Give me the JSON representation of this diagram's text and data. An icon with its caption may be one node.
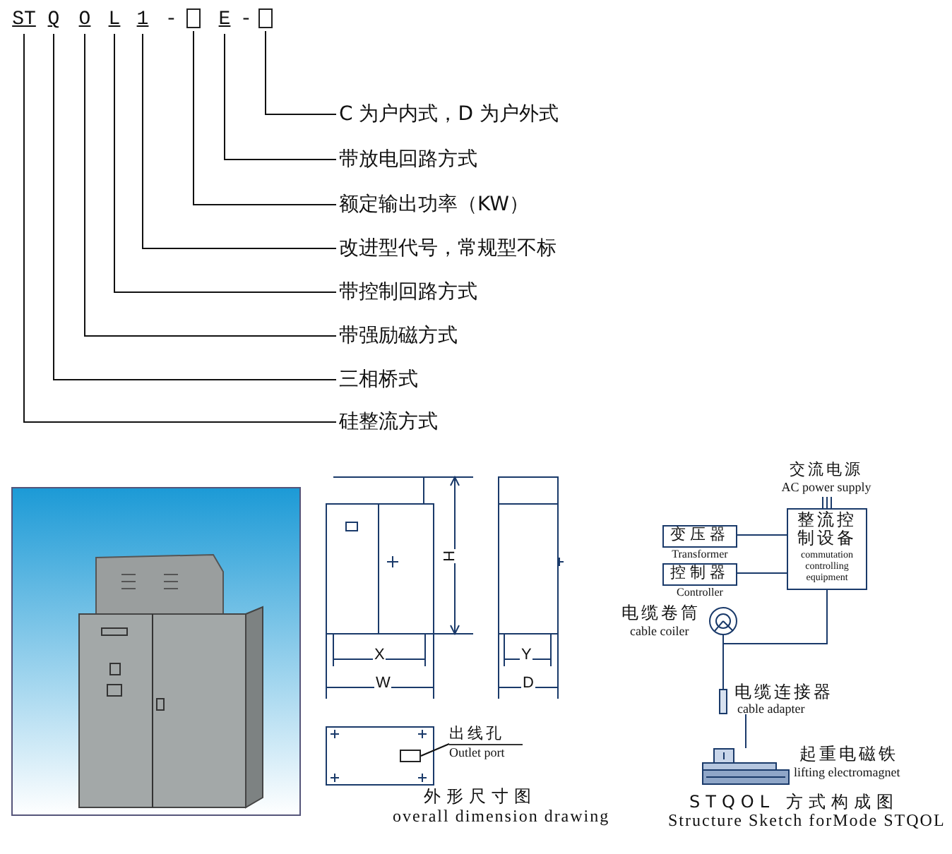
{
  "diagram": {
    "nodes": [
      {
        "text": [
          "ST"
        ]
      },
      {
        "text": [
          "Q"
        ]
      },
      {
        "text": [
          "O"
        ]
      },
      {
        "text": [
          "L"
        ]
      },
      {
        "text": [
          "1"
        ]
      },
      {
        "text": [],
        "shape": "box"
      },
      {
        "text": [
          "E"
        ]
      },
      {
        "text": [],
        "shape": "box"
      },
      {
        "text": [
          "C 为户内式，D 为户外式"
        ]
      },
      {
        "text": [
          "带放电回路方式"
        ]
      },
      {
        "text": [
          "额定输出功率（KW）"
        ]
      },
      {
        "text": [
          "改进型代号，常规型不标"
        ]
      },
      {
        "text": [
          "带控制回路方式"
        ]
      },
      {
        "text": [
          "带强励磁方式"
        ]
      },
      {
        "text": [
          "三相桥式"
        ]
      },
      {
        "text": [
          "硅整流方式"
        ]
      },
      {
        "text": [],
        "shape": "picture"
      },
      {
        "text": [
          "出线孔",
          "Outlet port"
        ]
      },
      {
        "text": [],
        "shape": "box"
      },
      {
        "text": [
          "交流电源",
          "AC power supply"
        ]
      },
      {
        "text": [
          "变压器",
          "Transformer"
        ]
      },
      {
        "text": [
          "控制器",
          "Controller"
        ]
      },
      {
        "text": [
          "整流控制设备",
          "commutation controlling equipment"
        ]
      },
      {
        "text": [],
        "shape": "circle",
        "beside": [
          "电缆卷筒",
          "cable coiler"
        ]
      },
      {
        "text": [],
        "shape": "bar",
        "beside": [
          "电缆连接器",
          "cable adapter"
        ]
      },
      {
        "text": [],
        "shape": "picture",
        "beside": [
          "起重电磁铁",
          "lifting electromagnet"
        ]
      }
    ],
    "edges": [
      {
        "from": 7,
        "to": 8,
        "arrow": "none"
      },
      {
        "from": 6,
        "to": 9,
        "arrow": "none"
      },
      {
        "from": 5,
        "to": 10,
        "arrow": "none"
      },
      {
        "from": 4,
        "to": 11,
        "arrow": "none"
      },
      {
        "from": 3,
        "to": 12,
        "arrow": "none"
      },
      {
        "from": 2,
        "to": 13,
        "arrow": "none"
      },
      {
        "from": 1,
        "to": 14,
        "arrow": "none"
      },
      {
        "from": 0,
        "to": 15,
        "arrow": "none"
      },
      {
        "from": 17,
        "to": 18,
        "arrow": "none"
      },
      {
        "from": 19,
        "to": 22,
        "arrow": "none"
      },
      {
        "from": 20,
        "to": 22,
        "arrow": "none"
      },
      {
        "from": 21,
        "to": 22,
        "arrow": "none"
      },
      {
        "from": 22,
        "to": 23,
        "arrow": "none"
      },
      {
        "from": 23,
        "to": 24,
        "arrow": "none"
      },
      {
        "from": 24,
        "to": 25,
        "arrow": "none"
      }
    ],
    "labels": [
      "-",
      "-",
      "H",
      "X",
      "W",
      "Y",
      "D",
      "外形尺寸图",
      "overall dimension drawing",
      "STQOL 方式构成图",
      "Structure Sketch forMode STQOL"
    ]
  }
}
